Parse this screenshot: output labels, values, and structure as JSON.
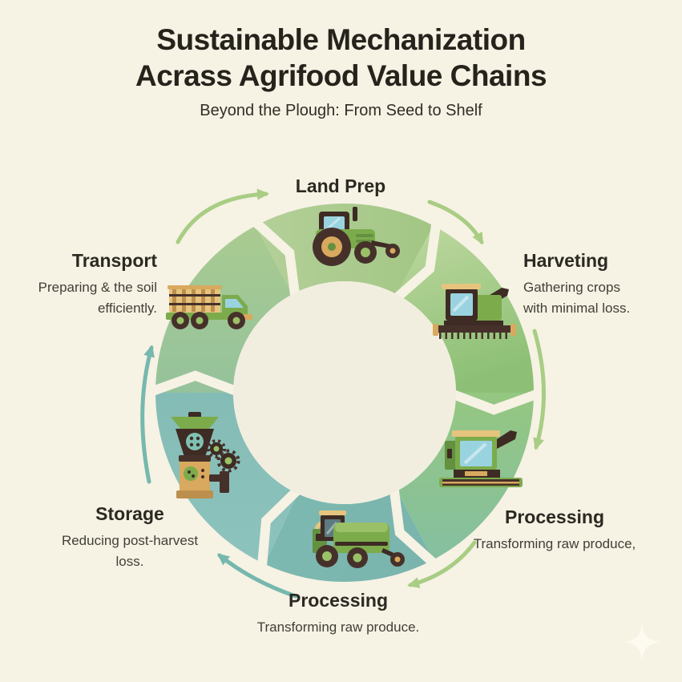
{
  "header": {
    "title_line1": "Sustainable Mechanization",
    "title_line2": "Acrass Agrifood Value Chains",
    "subtitle": "Beyond the Plough: From Seed to Shelf"
  },
  "cycle": {
    "direction": "clockwise",
    "stages": [
      {
        "label": "Land Prep",
        "description": "",
        "icon": "tractor-icon"
      },
      {
        "label": "Harveting",
        "description": "Gathering crops with minimal loss.",
        "icon": "combine-harvester-icon"
      },
      {
        "label": "Processing",
        "description": "Transforming raw produce,",
        "icon": "combine-harvester-icon"
      },
      {
        "label": "Processing",
        "description": "Transforming raw produce.",
        "icon": "forage-harvester-icon"
      },
      {
        "label": "Storage",
        "description": "Reducing post-harvest loss.",
        "icon": "grain-mill-icon"
      },
      {
        "label": "Transport",
        "description": "Preparing & the soil efficiently.",
        "icon": "truck-icon"
      }
    ]
  },
  "colors": {
    "background": "#f6f2e4",
    "inner_circle": "#f1eee0",
    "title_text": "#26231c",
    "subtitle_text": "#302e26",
    "heading_text": "#2b2922",
    "body_text": "#413f37",
    "seg_land_1": "#b4d099",
    "seg_land_2": "#a2c684",
    "seg_harv_1": "#bed89f",
    "seg_harv_2": "#8dc076",
    "seg_procr_1": "#95c781",
    "seg_procr_2": "#85bfa0",
    "seg_procb_1": "#7db9b0",
    "seg_procb_2": "#79b4ad",
    "seg_stor_1": "#8dc3bd",
    "seg_stor_2": "#84bcb5",
    "seg_trans_1": "#a9cb90",
    "seg_trans_2": "#95c29c",
    "arrow_green": "#a8cd83",
    "arrow_teal": "#76b8ad",
    "sparkle": "#fdfbf0",
    "machine_green": "#7cab4c",
    "machine_green_light": "#9ac167",
    "machine_green_dark": "#649140",
    "wheel_brown": "#46312a",
    "brown_dark": "#3d2b24",
    "tan": "#d8a95e",
    "tan_light": "#e6c47e",
    "tan_dark": "#bc8f4c",
    "window_blue": "#9ad3e0",
    "window_dark": "#5d7a80",
    "teal_emblem": "#7fc0b4"
  }
}
